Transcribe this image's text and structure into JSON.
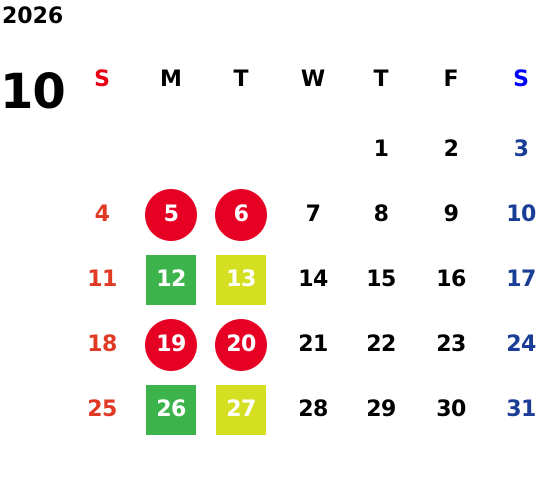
{
  "calendar": {
    "year": "2026",
    "month": "10",
    "weekdays": [
      {
        "label": "S",
        "color": "#e60012"
      },
      {
        "label": "M",
        "color": "#000000"
      },
      {
        "label": "T",
        "color": "#000000"
      },
      {
        "label": "W",
        "color": "#000000"
      },
      {
        "label": "T",
        "color": "#000000"
      },
      {
        "label": "F",
        "color": "#000000"
      },
      {
        "label": "S",
        "color": "#0000ff"
      }
    ],
    "days": [
      {
        "day": "1",
        "row": 0,
        "col": 4,
        "text_color": "#000000"
      },
      {
        "day": "2",
        "row": 0,
        "col": 5,
        "text_color": "#000000"
      },
      {
        "day": "3",
        "row": 0,
        "col": 6,
        "text_color": "#1a3e96"
      },
      {
        "day": "4",
        "row": 1,
        "col": 0,
        "text_color": "#e03a25"
      },
      {
        "day": "5",
        "row": 1,
        "col": 1,
        "text_color": "#ffffff",
        "shape": "circle",
        "bg": "#e60023"
      },
      {
        "day": "6",
        "row": 1,
        "col": 2,
        "text_color": "#ffffff",
        "shape": "circle",
        "bg": "#e60023"
      },
      {
        "day": "7",
        "row": 1,
        "col": 3,
        "text_color": "#000000"
      },
      {
        "day": "8",
        "row": 1,
        "col": 4,
        "text_color": "#000000"
      },
      {
        "day": "9",
        "row": 1,
        "col": 5,
        "text_color": "#000000"
      },
      {
        "day": "10",
        "row": 1,
        "col": 6,
        "text_color": "#1a3e96"
      },
      {
        "day": "11",
        "row": 2,
        "col": 0,
        "text_color": "#e03a25"
      },
      {
        "day": "12",
        "row": 2,
        "col": 1,
        "text_color": "#ffffff",
        "shape": "square",
        "bg": "#3cb44b"
      },
      {
        "day": "13",
        "row": 2,
        "col": 2,
        "text_color": "#ffffff",
        "shape": "square",
        "bg": "#d4df21"
      },
      {
        "day": "14",
        "row": 2,
        "col": 3,
        "text_color": "#000000"
      },
      {
        "day": "15",
        "row": 2,
        "col": 4,
        "text_color": "#000000"
      },
      {
        "day": "16",
        "row": 2,
        "col": 5,
        "text_color": "#000000"
      },
      {
        "day": "17",
        "row": 2,
        "col": 6,
        "text_color": "#1a3e96"
      },
      {
        "day": "18",
        "row": 3,
        "col": 0,
        "text_color": "#e03a25"
      },
      {
        "day": "19",
        "row": 3,
        "col": 1,
        "text_color": "#ffffff",
        "shape": "circle",
        "bg": "#e60023"
      },
      {
        "day": "20",
        "row": 3,
        "col": 2,
        "text_color": "#ffffff",
        "shape": "circle",
        "bg": "#e60023"
      },
      {
        "day": "21",
        "row": 3,
        "col": 3,
        "text_color": "#000000"
      },
      {
        "day": "22",
        "row": 3,
        "col": 4,
        "text_color": "#000000"
      },
      {
        "day": "23",
        "row": 3,
        "col": 5,
        "text_color": "#000000"
      },
      {
        "day": "24",
        "row": 3,
        "col": 6,
        "text_color": "#1a3e96"
      },
      {
        "day": "25",
        "row": 4,
        "col": 0,
        "text_color": "#e03a25"
      },
      {
        "day": "26",
        "row": 4,
        "col": 1,
        "text_color": "#ffffff",
        "shape": "square",
        "bg": "#3cb44b"
      },
      {
        "day": "27",
        "row": 4,
        "col": 2,
        "text_color": "#ffffff",
        "shape": "square",
        "bg": "#d4df21"
      },
      {
        "day": "28",
        "row": 4,
        "col": 3,
        "text_color": "#000000"
      },
      {
        "day": "29",
        "row": 4,
        "col": 4,
        "text_color": "#000000"
      },
      {
        "day": "30",
        "row": 4,
        "col": 5,
        "text_color": "#000000"
      },
      {
        "day": "31",
        "row": 4,
        "col": 6,
        "text_color": "#1a3e96"
      }
    ]
  }
}
